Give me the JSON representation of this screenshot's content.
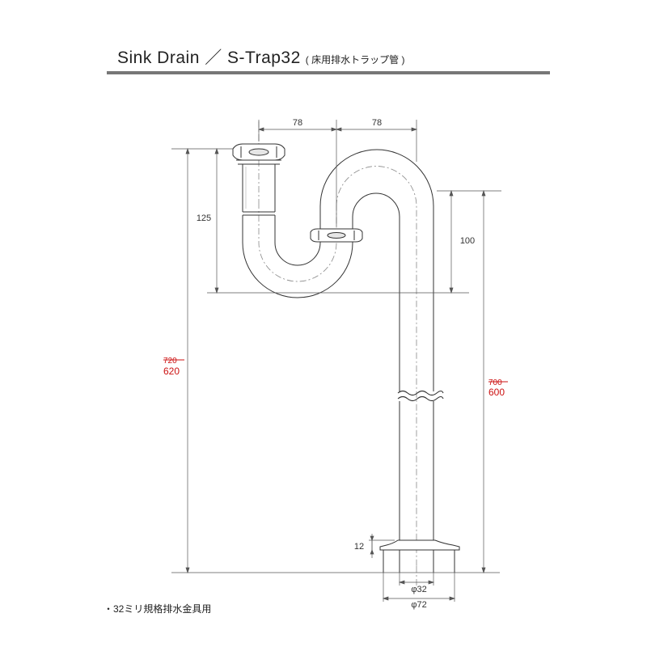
{
  "header": {
    "title": "Sink Drain ／ S-Trap32",
    "subtitle": "( 床用排水トラップ管 )"
  },
  "dimensions": {
    "top_width_left": "78",
    "top_width_right": "78",
    "left_depth": "125",
    "right_depth": "100",
    "left_height_old": "720",
    "left_height_new": "620",
    "right_height_old": "700",
    "right_height_new": "600",
    "flange_thickness": "12",
    "pipe_diameter": "φ32",
    "flange_diameter": "φ72"
  },
  "note": "・32ミリ規格排水金具用",
  "colors": {
    "revised_value": "#cc1111",
    "title_rule": "#777777",
    "line": "#333333"
  }
}
